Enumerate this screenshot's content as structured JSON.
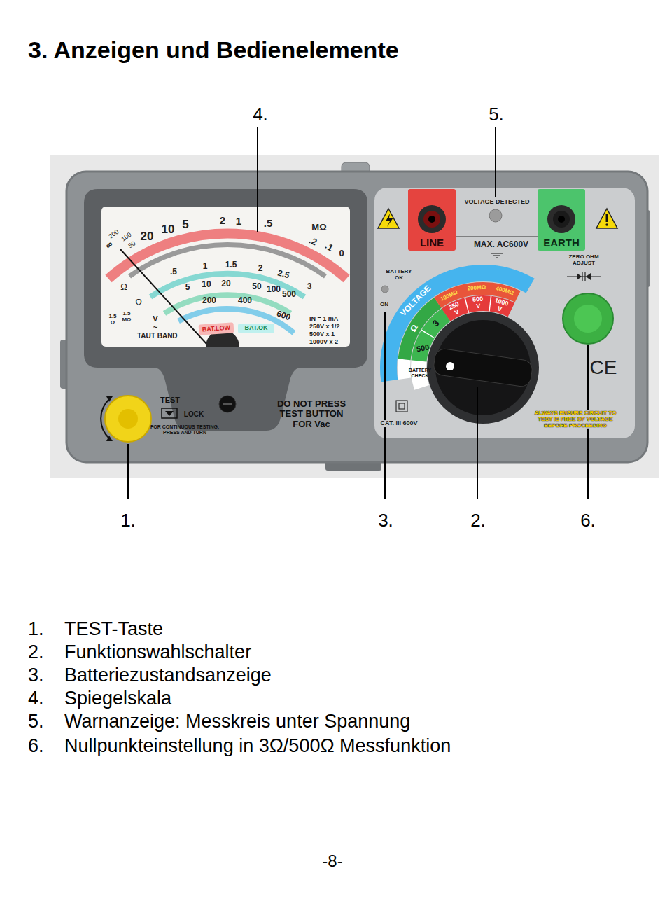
{
  "diagram": {
    "title": "3. Anzeigen und Bedienelemente",
    "nodes": [
      {
        "text": [
          "LINE"
        ]
      },
      {
        "text": [
          "EARTH"
        ]
      },
      {
        "text": [
          "BAT.LOW"
        ]
      },
      {
        "text": [
          "BAT.OK"
        ]
      }
    ],
    "labels": [
      "4.",
      "5.",
      "∞",
      "200",
      "100",
      "50",
      "20",
      "10",
      "5",
      "2",
      "1",
      ".5",
      "MΩ",
      ".2",
      ".1",
      "0",
      ".5",
      "1",
      "1.5",
      "2",
      "2.5",
      "3",
      "5",
      "10",
      "20",
      "50",
      "100",
      "500",
      "200",
      "400",
      "600",
      "Ω",
      "Ω",
      "1.5 Ω",
      "1.5 MΩ",
      "V ~",
      "TAUT BAND",
      "IN = 1 mA",
      "250V x 1/2",
      "500V x 1",
      "1000V x 2",
      "VOLTAGE DETECTED",
      "MAX. AC600V",
      "BATTERY OK",
      "ON",
      "VOLTAGE",
      "100MΩ",
      "200MΩ",
      "400MΩ",
      "250 V",
      "500 V",
      "1000 V",
      "Ω",
      "3",
      "500",
      "BATTERY CHECK",
      "ZERO OHM ADJUST",
      "CE",
      "CAT. III 600V",
      "ALWAYS ENSURE CIRCUIT TO TEST IS FREE OF VOLTAGE BEFORE PROCEEDING",
      "TEST",
      "LOCK",
      "FOR CONTINUOUS TESTING, PRESS AND TURN",
      "DO NOT PRESS TEST BUTTON FOR Vac",
      "1.",
      "3.",
      "2.",
      "6.",
      "1.",
      "TEST-Taste",
      "2.",
      "Funktionswahlschalter",
      "3.",
      "Batteriezustandsanzeige",
      "4.",
      "Spiegelskala",
      "5.",
      "Warnanzeige: Messkreis unter Spannung",
      "6.",
      "Nullpunkteinstellung in 3Ω/500Ω Messfunktion",
      "-8-"
    ]
  }
}
